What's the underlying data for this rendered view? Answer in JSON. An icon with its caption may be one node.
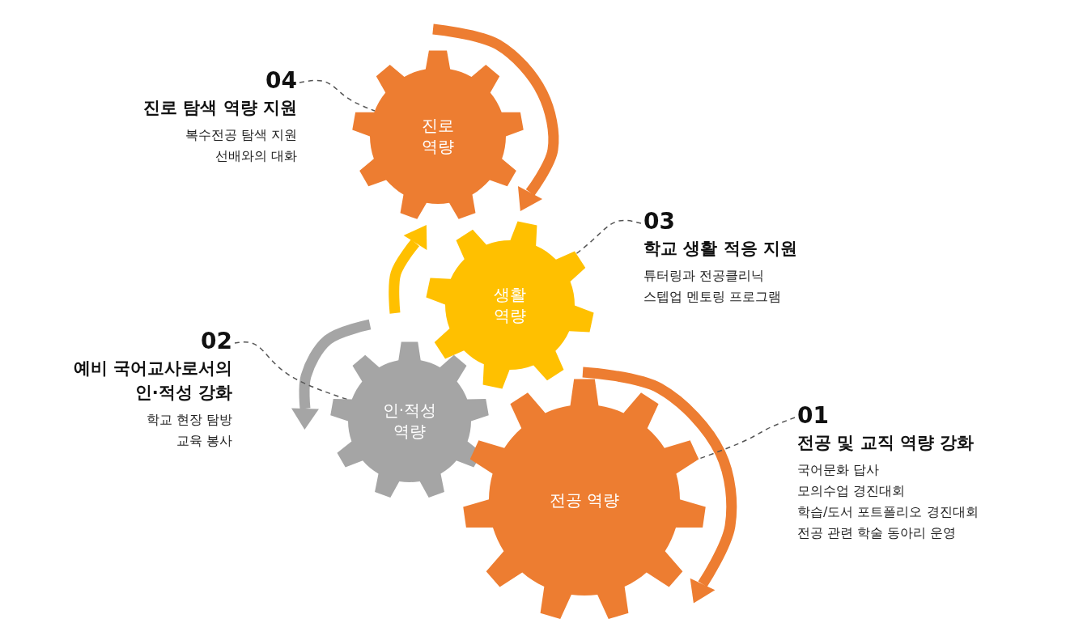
{
  "diagram": {
    "nodes": [
      {
        "text": [
          "04",
          "진로 탐색 역량 지원",
          "복수전공 탐색 지원",
          "선배와의 대화"
        ]
      },
      {
        "text": [
          "진로 역량"
        ]
      },
      {
        "text": [
          "03",
          "학교 생활 적응 지원",
          "튜터링과 전공클리닉",
          "스텝업 멘토링 프로그램"
        ]
      },
      {
        "text": [
          "생활 역량"
        ]
      },
      {
        "text": [
          "02",
          "예비 국어교사로서의 인·적성 강화",
          "학교 현장 탐방",
          "교육 봉사"
        ]
      },
      {
        "text": [
          "인·적성 역량"
        ]
      },
      {
        "text": [
          "01",
          "전공 및 교직 역량 강화",
          "국어문화 답사",
          "모의수업 경진대회",
          "학습/도서 포트폴리오 경진대회",
          "전공 관련 학술 동아리 운영"
        ]
      },
      {
        "text": [
          "전공 역량"
        ]
      }
    ],
    "edges": [
      {
        "from": 0,
        "to": 1,
        "arrow": "none",
        "style": "dashed"
      },
      {
        "from": 2,
        "to": 3,
        "arrow": "none",
        "style": "dashed"
      },
      {
        "from": 4,
        "to": 5,
        "arrow": "none",
        "style": "dashed"
      },
      {
        "from": 6,
        "to": 7,
        "arrow": "none",
        "style": "dashed"
      }
    ]
  }
}
